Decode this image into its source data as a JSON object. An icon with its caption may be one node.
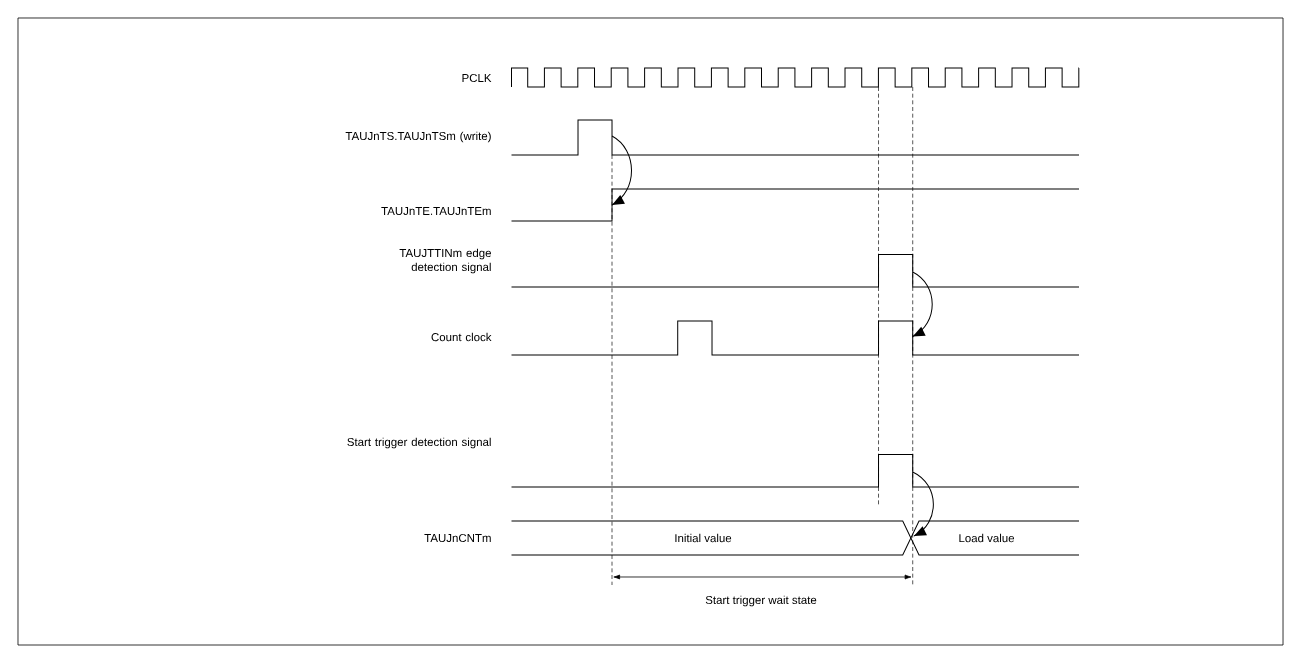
{
  "diagram": {
    "nodes": [
      {
        "text": [
          "PCLK"
        ]
      },
      {
        "text": [
          "TAUJnTS.TAUJnTSm (write)"
        ]
      },
      {
        "text": [
          "TAUJnTE.TAUJnTEm"
        ]
      },
      {
        "text": [
          "TAUJTTINm edge detection signal"
        ]
      },
      {
        "text": [
          "Count clock"
        ]
      },
      {
        "text": [
          "Start trigger detection signal"
        ]
      },
      {
        "text": [
          "TAUJnCNTm",
          "Initial value",
          "Load value"
        ]
      }
    ],
    "edges": [
      {
        "from": 1,
        "to": 2,
        "arrow": "to"
      },
      {
        "from": 3,
        "to": 4,
        "arrow": "to"
      },
      {
        "from": 5,
        "to": 6,
        "arrow": "to"
      }
    ],
    "labels": [
      "Start trigger wait state"
    ]
  }
}
